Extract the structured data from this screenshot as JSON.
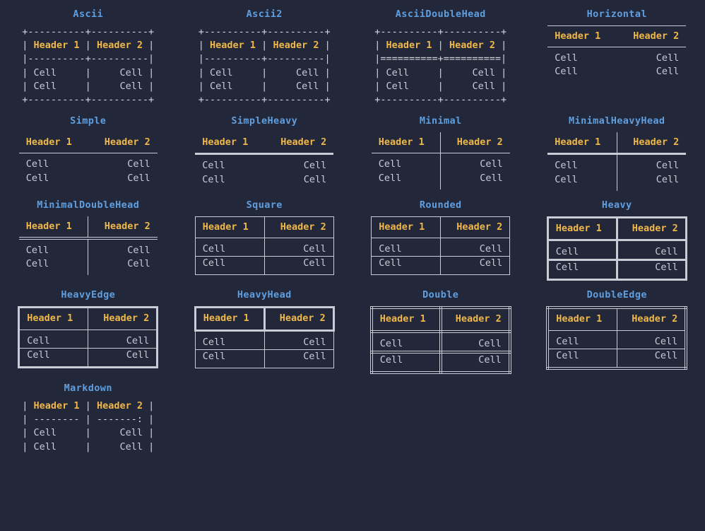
{
  "theme": {
    "background": "#22273a",
    "title_color": "#5f9fe0",
    "header_color": "#f0b849",
    "cell_color": "#c8ccd6",
    "line_color": "#c9ccd4"
  },
  "common": {
    "header1": "Header 1",
    "header2": "Header 2",
    "cell": "Cell"
  },
  "tables": [
    {
      "name": "Ascii",
      "kind": "ascii",
      "lines": [
        {
          "segs": [
            {
              "t": "+----------+----------+",
              "c": "br"
            }
          ]
        },
        {
          "segs": [
            {
              "t": "| ",
              "c": "br"
            },
            {
              "t": "Header 1",
              "c": "hd"
            },
            {
              "t": " | ",
              "c": "br"
            },
            {
              "t": "Header 2",
              "c": "hd"
            },
            {
              "t": " |",
              "c": "br"
            }
          ]
        },
        {
          "segs": [
            {
              "t": "|----------+----------|",
              "c": "br"
            }
          ]
        },
        {
          "segs": [
            {
              "t": "| ",
              "c": "br"
            },
            {
              "t": "Cell    ",
              "c": "cl"
            },
            {
              "t": " | ",
              "c": "br"
            },
            {
              "t": "    Cell",
              "c": "cl"
            },
            {
              "t": " |",
              "c": "br"
            }
          ]
        },
        {
          "segs": [
            {
              "t": "| ",
              "c": "br"
            },
            {
              "t": "Cell    ",
              "c": "cl"
            },
            {
              "t": " | ",
              "c": "br"
            },
            {
              "t": "    Cell",
              "c": "cl"
            },
            {
              "t": " |",
              "c": "br"
            }
          ]
        },
        {
          "segs": [
            {
              "t": "+----------+----------+",
              "c": "br"
            }
          ]
        }
      ]
    },
    {
      "name": "Ascii2",
      "kind": "ascii",
      "lines": [
        {
          "segs": [
            {
              "t": "+----------+----------+",
              "c": "br"
            }
          ]
        },
        {
          "segs": [
            {
              "t": "| ",
              "c": "br"
            },
            {
              "t": "Header 1",
              "c": "hd"
            },
            {
              "t": " | ",
              "c": "br"
            },
            {
              "t": "Header 2",
              "c": "hd"
            },
            {
              "t": " |",
              "c": "br"
            }
          ]
        },
        {
          "segs": [
            {
              "t": "|----------+----------|",
              "c": "br"
            }
          ]
        },
        {
          "segs": [
            {
              "t": "| ",
              "c": "br"
            },
            {
              "t": "Cell    ",
              "c": "cl"
            },
            {
              "t": " | ",
              "c": "br"
            },
            {
              "t": "    Cell",
              "c": "cl"
            },
            {
              "t": " |",
              "c": "br"
            }
          ]
        },
        {
          "segs": [
            {
              "t": "| ",
              "c": "br"
            },
            {
              "t": "Cell    ",
              "c": "cl"
            },
            {
              "t": " | ",
              "c": "br"
            },
            {
              "t": "    Cell",
              "c": "cl"
            },
            {
              "t": " |",
              "c": "br"
            }
          ]
        },
        {
          "segs": [
            {
              "t": "+----------+----------+",
              "c": "br"
            }
          ]
        }
      ]
    },
    {
      "name": "AsciiDoubleHead",
      "kind": "ascii",
      "lines": [
        {
          "segs": [
            {
              "t": "+----------+----------+",
              "c": "br"
            }
          ]
        },
        {
          "segs": [
            {
              "t": "| ",
              "c": "br"
            },
            {
              "t": "Header 1",
              "c": "hd"
            },
            {
              "t": " | ",
              "c": "br"
            },
            {
              "t": "Header 2",
              "c": "hd"
            },
            {
              "t": " |",
              "c": "br"
            }
          ]
        },
        {
          "segs": [
            {
              "t": "|==========+==========|",
              "c": "br"
            }
          ]
        },
        {
          "segs": [
            {
              "t": "| ",
              "c": "br"
            },
            {
              "t": "Cell    ",
              "c": "cl"
            },
            {
              "t": " | ",
              "c": "br"
            },
            {
              "t": "    Cell",
              "c": "cl"
            },
            {
              "t": " |",
              "c": "br"
            }
          ]
        },
        {
          "segs": [
            {
              "t": "| ",
              "c": "br"
            },
            {
              "t": "Cell    ",
              "c": "cl"
            },
            {
              "t": " | ",
              "c": "br"
            },
            {
              "t": "    Cell",
              "c": "cl"
            },
            {
              "t": " |",
              "c": "br"
            }
          ]
        },
        {
          "segs": [
            {
              "t": "+----------+----------+",
              "c": "br"
            }
          ]
        }
      ]
    },
    {
      "name": "Horizontal",
      "kind": "box",
      "style": "s-horizontal"
    },
    {
      "name": "Simple",
      "kind": "box",
      "style": "s-simple"
    },
    {
      "name": "SimpleHeavy",
      "kind": "box",
      "style": "s-simpleheavy"
    },
    {
      "name": "Minimal",
      "kind": "box",
      "style": "s-minimal"
    },
    {
      "name": "MinimalHeavyHead",
      "kind": "box",
      "style": "s-minimalheavy"
    },
    {
      "name": "MinimalDoubleHead",
      "kind": "box",
      "style": "s-minimaldouble"
    },
    {
      "name": "Square",
      "kind": "box",
      "style": "s-square pad-box"
    },
    {
      "name": "Rounded",
      "kind": "box",
      "style": "s-rounded pad-box"
    },
    {
      "name": "Heavy",
      "kind": "box",
      "style": "s-heavy pad-box"
    },
    {
      "name": "HeavyEdge",
      "kind": "box",
      "style": "s-heavyedge pad-box"
    },
    {
      "name": "HeavyHead",
      "kind": "box",
      "style": "s-heavyhead pad-box"
    },
    {
      "name": "Double",
      "kind": "box",
      "style": "s-double pad-box"
    },
    {
      "name": "DoubleEdge",
      "kind": "box",
      "style": "s-doubleedge pad-box"
    },
    {
      "name": "Markdown",
      "kind": "ascii",
      "lines": [
        {
          "segs": [
            {
              "t": "| ",
              "c": "br"
            },
            {
              "t": "Header 1",
              "c": "hd"
            },
            {
              "t": " | ",
              "c": "br"
            },
            {
              "t": "Header 2",
              "c": "hd"
            },
            {
              "t": " |",
              "c": "br"
            }
          ]
        },
        {
          "segs": [
            {
              "t": "| -------- | -------: |",
              "c": "br"
            }
          ]
        },
        {
          "segs": [
            {
              "t": "| ",
              "c": "br"
            },
            {
              "t": "Cell    ",
              "c": "cl"
            },
            {
              "t": " | ",
              "c": "br"
            },
            {
              "t": "    Cell",
              "c": "cl"
            },
            {
              "t": " |",
              "c": "br"
            }
          ]
        },
        {
          "segs": [
            {
              "t": "| ",
              "c": "br"
            },
            {
              "t": "Cell    ",
              "c": "cl"
            },
            {
              "t": " | ",
              "c": "br"
            },
            {
              "t": "    Cell",
              "c": "cl"
            },
            {
              "t": " |",
              "c": "br"
            }
          ]
        }
      ]
    }
  ]
}
